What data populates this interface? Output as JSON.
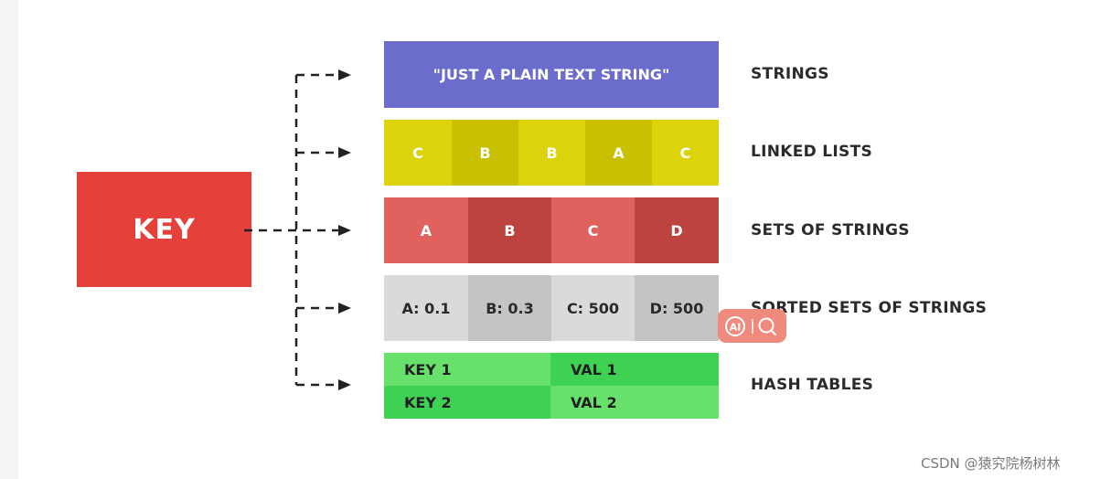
{
  "key": {
    "label": "KEY"
  },
  "types": [
    {
      "label": "STRINGS",
      "content": "\"JUST A PLAIN TEXT STRING\""
    },
    {
      "label": "LINKED LISTS",
      "cells": [
        "C",
        "B",
        "B",
        "A",
        "C"
      ]
    },
    {
      "label": "SETS OF STRINGS",
      "cells": [
        "A",
        "B",
        "C",
        "D"
      ]
    },
    {
      "label": "SORTED SETS OF STRINGS",
      "cells": [
        "A: 0.1",
        "B: 0.3",
        "C: 500",
        "D: 500"
      ]
    },
    {
      "label": "HASH TABLES",
      "rows": [
        {
          "key": "KEY 1",
          "val": "VAL 1"
        },
        {
          "key": "KEY 2",
          "val": "VAL 2"
        }
      ]
    }
  ],
  "colors": {
    "key": "#e5403a",
    "strings": "#6b6ccb",
    "lists": [
      "#dcd30a",
      "#c8c000"
    ],
    "sets": [
      "#e0625e",
      "#bd4340"
    ],
    "zsets": [
      "#dadada",
      "#c4c4c4"
    ],
    "hash": [
      "#68e06c",
      "#3ed154"
    ]
  },
  "overlay": {
    "icons": [
      "ai-icon",
      "search-icon"
    ]
  },
  "watermark": "CSDN @猿究院杨树林"
}
